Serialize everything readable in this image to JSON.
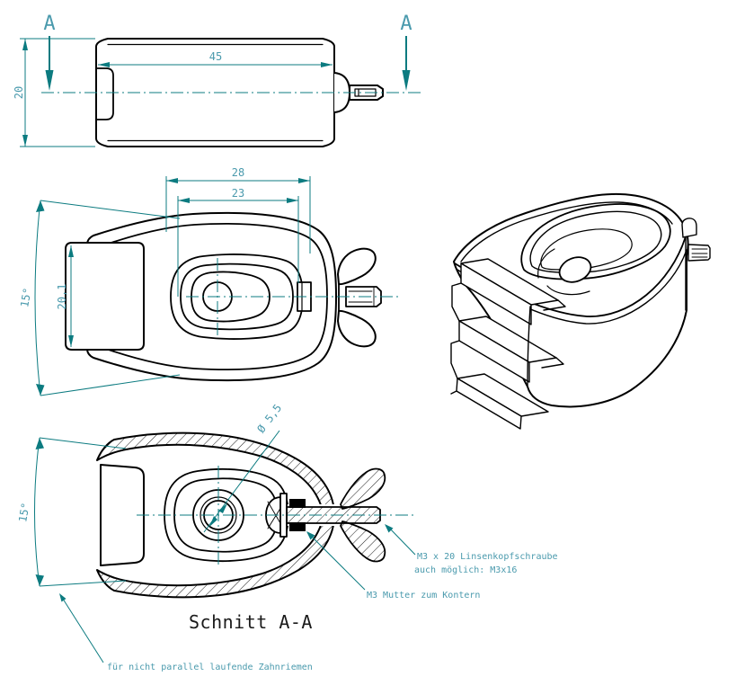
{
  "views": {
    "top": {
      "section_marker_left": "A",
      "section_marker_right": "A",
      "dim_length": "45",
      "dim_width": "20"
    },
    "side": {
      "dim_pocket_outer": "28",
      "dim_pocket_inner": "23",
      "dim_clamp_height": "20,1",
      "dim_flare_angle": "15°"
    },
    "section": {
      "title": "Schnitt  A-A",
      "dim_flare_angle": "15°",
      "dim_hole_diameter": "Ø 5,5",
      "note_screw_line1": "M3 x 20 Linsenkopfschraube",
      "note_screw_line2": "auch möglich: M3x16",
      "note_locknut": "M3 Mutter zum Kontern",
      "note_belt": "für nicht parallel laufende Zahnriemen"
    }
  },
  "colors": {
    "outline": "#000000",
    "dimension_line": "#0c7b80",
    "dimension_text": "#4a9aad",
    "section_title_text": "#1a1a1a",
    "background": "#ffffff"
  }
}
